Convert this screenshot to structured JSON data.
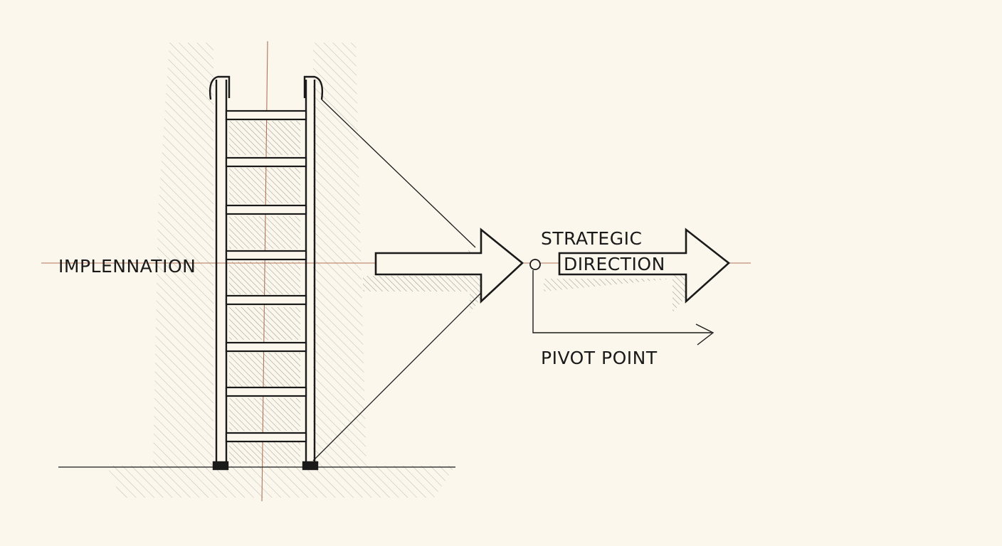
{
  "labels": {
    "left": "IMPLENNATION",
    "strategic_line1": "STRATEGIC",
    "strategic_line2": "DIRECTION",
    "pivot": "PIVOT POINT"
  },
  "colors": {
    "paper": "#fbf7ec",
    "ink": "#1a1a1a",
    "hatch": "#8a8a8a",
    "guide": "#b0735a"
  },
  "ladder": {
    "rung_count": 8
  }
}
